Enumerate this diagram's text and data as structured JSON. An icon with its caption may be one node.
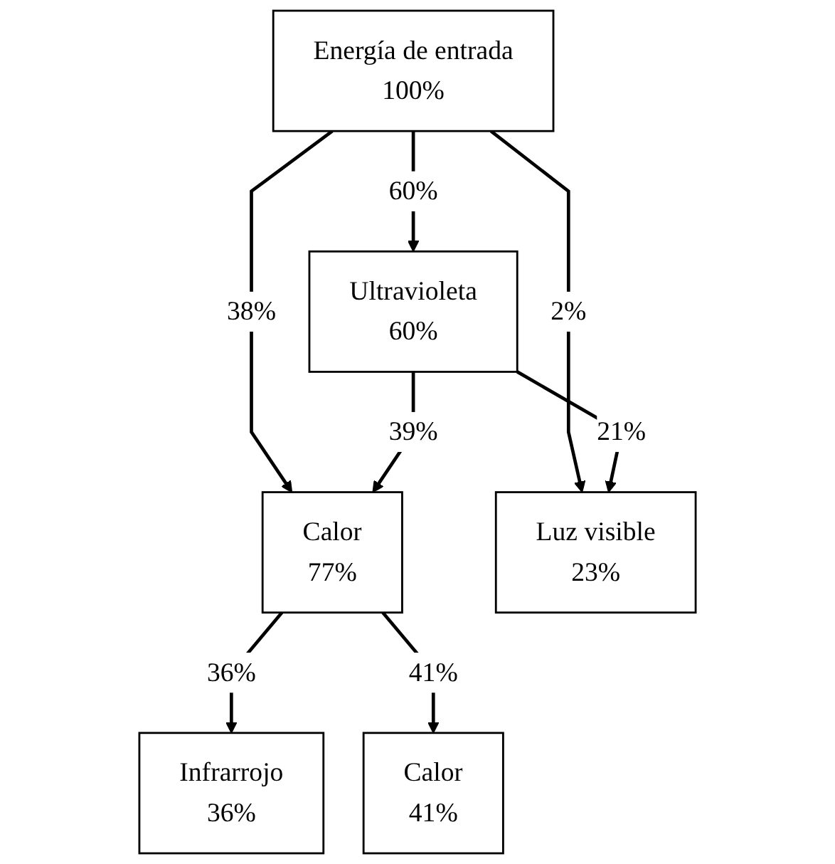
{
  "diagram": {
    "nodes": [
      {
        "text": [
          "Energía de entrada",
          "100%"
        ]
      },
      {
        "text": [
          "Ultravioleta",
          "60%"
        ]
      },
      {
        "text": [
          "Calor",
          "77%"
        ]
      },
      {
        "text": [
          "Luz visible",
          "23%"
        ]
      },
      {
        "text": [
          "Infrarrojo",
          "36%"
        ]
      },
      {
        "text": [
          "Calor",
          "41%"
        ]
      }
    ],
    "edges": [
      {
        "from": 0,
        "to": 1,
        "arrow": "to",
        "label": "60%"
      },
      {
        "from": 0,
        "to": 3,
        "arrow": "to",
        "label": "2%"
      },
      {
        "from": 0,
        "to": 2,
        "arrow": "to",
        "label": "38%"
      },
      {
        "from": 1,
        "to": 3,
        "arrow": "to",
        "label": "21%"
      },
      {
        "from": 1,
        "to": 2,
        "arrow": "to",
        "label": "39%"
      },
      {
        "from": 2,
        "to": 4,
        "arrow": "to",
        "label": "36%"
      },
      {
        "from": 2,
        "to": 5,
        "arrow": "to",
        "label": "41%"
      }
    ]
  }
}
